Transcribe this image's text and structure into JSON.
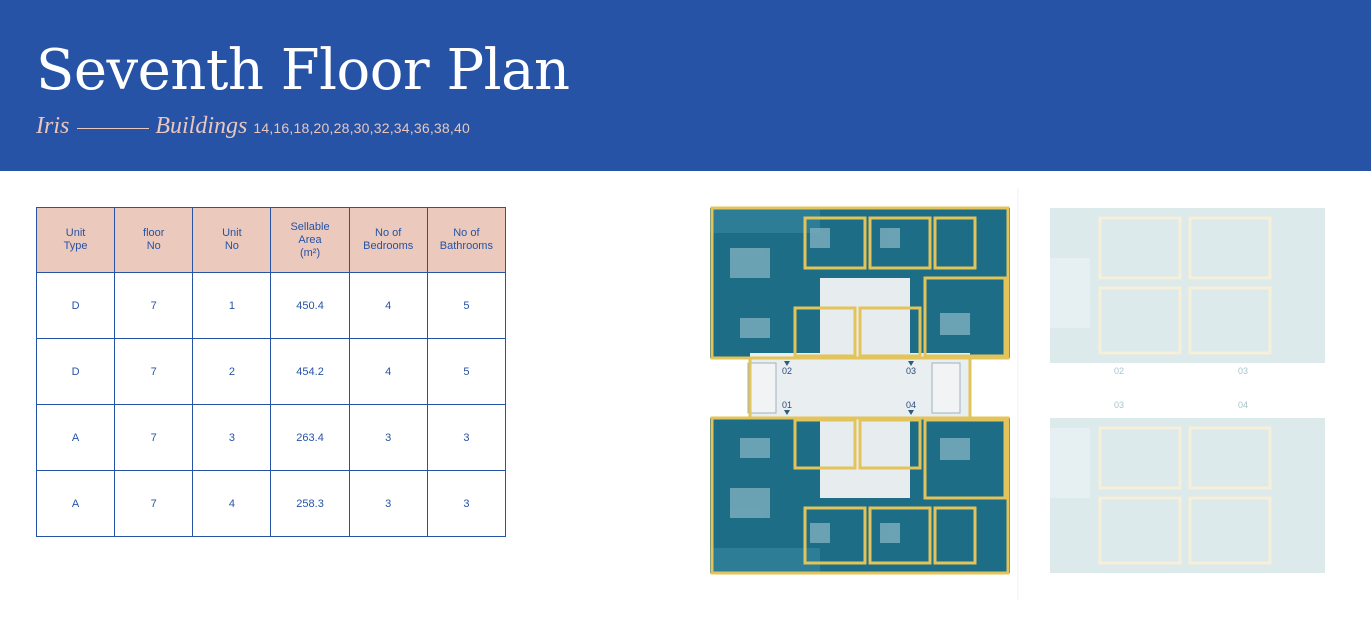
{
  "header": {
    "title": "Seventh Floor Plan",
    "subtitle_left": "Iris",
    "subtitle_right": "Buildings",
    "building_numbers": "14,16,18,20,28,30,32,34,36,38,40"
  },
  "table": {
    "headers": {
      "unit_type": [
        "Unit",
        "Type"
      ],
      "floor_no": [
        "floor",
        "No"
      ],
      "unit_no": [
        "Unit",
        "No"
      ],
      "sellable_area": [
        "Sellable",
        "Area",
        "(m²)"
      ],
      "bedrooms": [
        "No of",
        "Bedrooms"
      ],
      "bathrooms": [
        "No of",
        "Bathrooms"
      ]
    },
    "rows": [
      {
        "unit_type": "D",
        "floor_no": "7",
        "unit_no": "1",
        "area": "450.4",
        "bedrooms": "4",
        "bathrooms": "5"
      },
      {
        "unit_type": "D",
        "floor_no": "7",
        "unit_no": "2",
        "area": "454.2",
        "bedrooms": "4",
        "bathrooms": "5"
      },
      {
        "unit_type": "A",
        "floor_no": "7",
        "unit_no": "3",
        "area": "263.4",
        "bedrooms": "3",
        "bathrooms": "3"
      },
      {
        "unit_type": "A",
        "floor_no": "7",
        "unit_no": "4",
        "area": "258.3",
        "bedrooms": "3",
        "bathrooms": "3"
      }
    ]
  },
  "floor_plan": {
    "unit_labels": [
      "01",
      "02",
      "03",
      "04"
    ],
    "faded_labels": [
      "02",
      "03",
      "03",
      "04"
    ]
  },
  "colors": {
    "header_bg": "#2653a5",
    "accent_pink": "#ebc9bd",
    "plan_teal": "#1d6d86",
    "plan_wall": "#e3c45a"
  }
}
